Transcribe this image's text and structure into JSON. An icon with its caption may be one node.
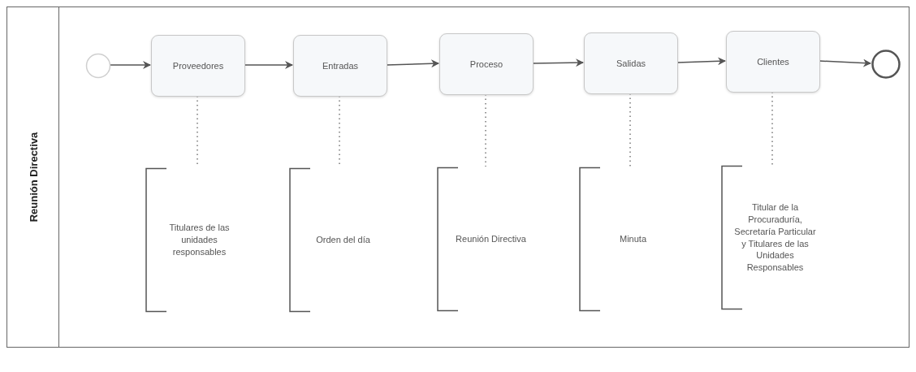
{
  "diagram": {
    "nodes": [
      {
        "text": [
          "Reunión Directiva"
        ]
      },
      {
        "text": [],
        "shape": "circle",
        "in": 0
      },
      {
        "text": [
          "Proveedores"
        ],
        "in": 0
      },
      {
        "text": [
          "Entradas"
        ],
        "in": 0
      },
      {
        "text": [
          "Proceso"
        ],
        "in": 0
      },
      {
        "text": [
          "Salidas"
        ],
        "in": 0
      },
      {
        "text": [
          "Clientes"
        ],
        "in": 0
      },
      {
        "text": [],
        "shape": "circle",
        "in": 0
      },
      {
        "text": [
          "Titulares de las unidades responsables"
        ],
        "in": 0
      },
      {
        "text": [
          "Orden del día"
        ],
        "in": 0
      },
      {
        "text": [
          "Reunión Directiva"
        ],
        "in": 0
      },
      {
        "text": [
          "Minuta"
        ],
        "in": 0
      },
      {
        "text": [
          "Titular de la Procuraduría, Secretaría Particular y Titulares de las Unidades Responsables"
        ],
        "in": 0
      }
    ],
    "edges": [
      {
        "from": 1,
        "to": 2,
        "arrow": "to"
      },
      {
        "from": 2,
        "to": 3,
        "arrow": "to"
      },
      {
        "from": 3,
        "to": 4,
        "arrow": "to"
      },
      {
        "from": 4,
        "to": 5,
        "arrow": "to"
      },
      {
        "from": 5,
        "to": 6,
        "arrow": "to"
      },
      {
        "from": 6,
        "to": 7,
        "arrow": "to"
      },
      {
        "from": 2,
        "to": 8,
        "arrow": "none",
        "style": "dashed"
      },
      {
        "from": 3,
        "to": 9,
        "arrow": "none",
        "style": "dashed"
      },
      {
        "from": 4,
        "to": 10,
        "arrow": "none",
        "style": "dashed"
      },
      {
        "from": 5,
        "to": 11,
        "arrow": "none",
        "style": "dashed"
      },
      {
        "from": 6,
        "to": 12,
        "arrow": "none",
        "style": "dashed"
      }
    ]
  }
}
